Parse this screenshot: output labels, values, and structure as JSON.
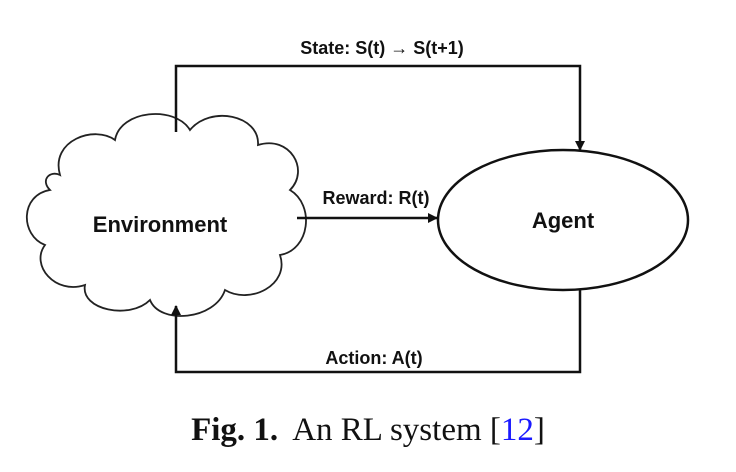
{
  "nodes": {
    "environment": "Environment",
    "agent": "Agent"
  },
  "edges": {
    "state": "State: S(t) → S(t+1)",
    "reward": "Reward: R(t)",
    "action": "Action: A(t)"
  },
  "caption": {
    "label": "Fig. 1.",
    "text_before": "An RL system [",
    "citation": "12",
    "text_after": "]"
  },
  "colors": {
    "stroke": "#111111",
    "citation": "#1a1aff"
  }
}
